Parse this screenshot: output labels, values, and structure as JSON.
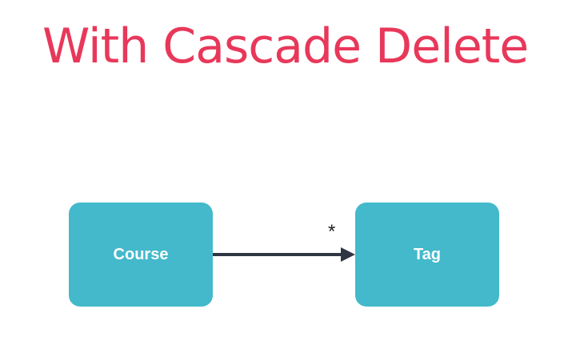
{
  "slide": {
    "title": "With Cascade Delete",
    "title_color": "#e8385a"
  },
  "diagram": {
    "entities": {
      "source": {
        "label": "Course"
      },
      "target": {
        "label": "Tag"
      }
    },
    "entity_color": "#43b9cb",
    "relationship": {
      "from": "Course",
      "to": "Tag",
      "target_multiplicity": "*",
      "arrow_color": "#2f3542",
      "arrow_style": "filled-triangle-head"
    }
  }
}
